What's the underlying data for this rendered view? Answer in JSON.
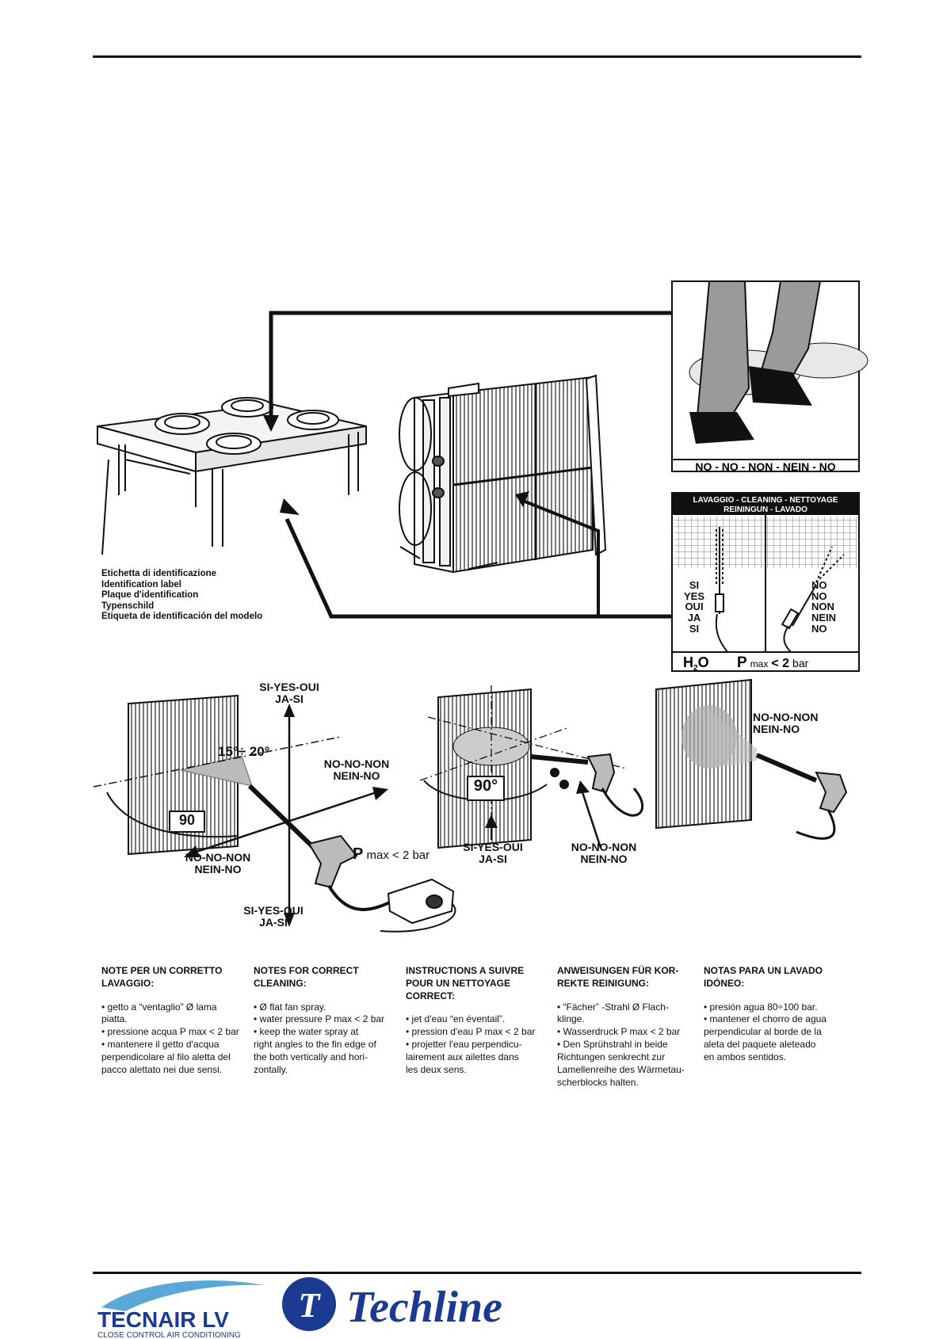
{
  "label_panel": {
    "lines": [
      "Etichetta di identificazione",
      "Identification label",
      "Plaque d'identification",
      "Typenschild",
      "Etiqueta de identificación del modelo"
    ]
  },
  "walk_panel": {
    "caption": "NO - NO - NON - NEIN - NO"
  },
  "cleaning_panel": {
    "title_line1": "LAVAGGIO  -  CLEANING  -  NETTOYAGE",
    "title_line2": "REININGUN  -  LAVADO",
    "yes_words": [
      "SI",
      "YES",
      "OUI",
      "JA",
      "SI"
    ],
    "no_words": [
      "NO",
      "NO",
      "NON",
      "NEIN",
      "NO"
    ],
    "h2o": "H2O",
    "pressure_p": "P",
    "pressure_max": "max",
    "pressure_lt": "< 2",
    "pressure_unit": "bar"
  },
  "diagram1": {
    "top": "SI-YES-OUI\nJA-SI",
    "right": "NO-NO-NON\nNEIN-NO",
    "left": "NO-NO-NON\nNEIN-NO",
    "bottom": "SI-YES-OUI\nJA-SI",
    "angle_fan": "15°÷ 20°",
    "angle_90": "90",
    "pressure_p": "P",
    "pressure_rest": "max < 2 bar"
  },
  "diagram2": {
    "angle_90": "90°",
    "yes": "SI-YES-OUI\nJA-SI",
    "no": "NO-NO-NON\nNEIN-NO"
  },
  "diagram3": {
    "no": "NO-NO-NON\nNEIN-NO"
  },
  "notes": [
    {
      "heading": "NOTE PER UN CORRETTO\nLAVAGGIO:",
      "body": "• getto a “ventaglio” Ø lama\npiatta.\n• pressione acqua P max < 2 bar\n• mantenere il getto d'acqua\nperpendicolare al filo aletta del\npacco alettato nei due sensi."
    },
    {
      "heading": "NOTES FOR  CORRECT\nCLEANING:",
      "body": "• Ø flat fan spray.\n• water pressure P max < 2 bar\n• keep the water spray at\nright angles to the fin edge of\nthe both vertically and hori-\nzontally."
    },
    {
      "heading": "INSTRUCTIONS A SUIVRE\nPOUR UN NETTOYAGE\nCORRECT:",
      "body": "• jet d'eau “en éventail”.\n• pression d'eau P max < 2 bar\n• projetter l'eau perpendicu-\nlairement aux ailettes dans\nles deux sens."
    },
    {
      "heading": "ANWEISUNGEN FÜR KOR-\nREKTE REINIGUNG:",
      "body": "• “Fächer” -Strahl Ø Flach-\nklinge.\n• Wasserdruck P max < 2 bar\n• Den Sprühstrahl in beide\nRichtungen senkrecht zur\nLamellenreihe des Wärmetau-\nscherblocks halten."
    },
    {
      "heading": "NOTAS PARA UN LAVADO\nIDÓNEO:",
      "body": "• presión agua 80÷100 bar.\n• mantener el chorro de agua\nperpendicular al borde de la\naleta del paquete aleteado\nen ambos sentidos."
    }
  ],
  "footer": {
    "brand1": "TECNAIR LV",
    "brand1_tagline": "CLOSE CONTROL AIR CONDITIONING",
    "brand2": "Techline",
    "brand2_mark": "T"
  },
  "colors": {
    "brand_blue": "#1a3b8f",
    "ink": "#111111",
    "shade": "#9a9a9a"
  }
}
